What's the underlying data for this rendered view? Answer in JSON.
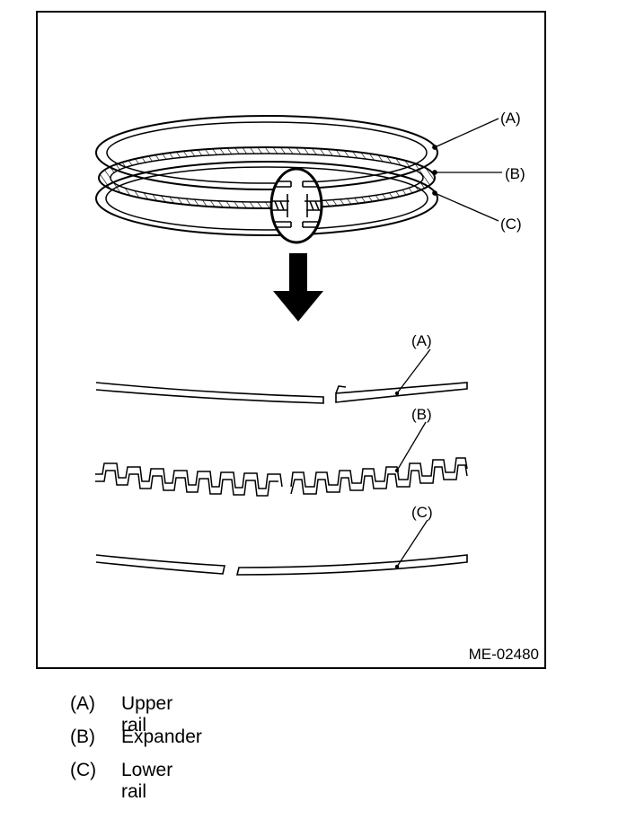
{
  "figure": {
    "id": "ME-02480",
    "callouts": {
      "A": "(A)",
      "B": "(B)",
      "C": "(C)"
    }
  },
  "legend": [
    {
      "letter": "(A)",
      "label": "Upper rail"
    },
    {
      "letter": "(B)",
      "label": "Expander"
    },
    {
      "letter": "(C)",
      "label": "Lower rail"
    }
  ],
  "icons": {
    "arrow": "down-arrow-icon"
  }
}
